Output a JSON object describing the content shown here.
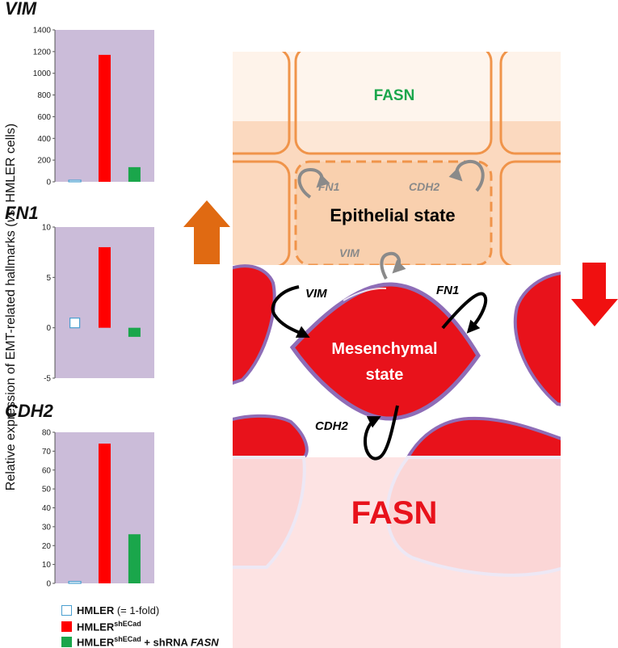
{
  "ylabel_prefix": "Relative expression of EMT-related  hallmarks (",
  "ylabel_italic": "vs.",
  "ylabel_suffix": " HMLER cells)",
  "colors": {
    "plot_bg": "#cbbcd9",
    "hmler_outline": "#4a9fd0",
    "hmler_fill": "#ffffff",
    "shecad": "#ff0000",
    "shrna": "#1aa64b",
    "epithelial_fill": "#fbd9bf",
    "epithelial_stroke": "#f0944a",
    "mesenchymal_fill": "#e8121b",
    "mesenchymal_stroke": "#8e6db7",
    "fasn_green": "#1aa64b",
    "fasn_red": "#e8121b",
    "arrow_up": "#e06a12",
    "arrow_down": "#f01010"
  },
  "chart_data": [
    {
      "type": "bar",
      "title": "VIM",
      "categories": [
        "HMLER",
        "HMLERshECad",
        "HMLERshECad + shRNA FASN"
      ],
      "values": [
        1,
        1170,
        135
      ],
      "ylim": [
        0,
        1400
      ],
      "yticks": [
        "0",
        "200",
        "400",
        "600",
        "800",
        "1000",
        "1200",
        "1400"
      ],
      "ytick_values": [
        0,
        200,
        400,
        600,
        800,
        1000,
        1200,
        1400
      ]
    },
    {
      "type": "bar",
      "title": "FN1",
      "categories": [
        "HMLER",
        "HMLERshECad",
        "HMLERshECad + shRNA FASN"
      ],
      "values": [
        0.5,
        8,
        -0.9
      ],
      "ylim": [
        -5,
        10
      ],
      "yticks": [
        "-5",
        "0",
        "5",
        "10"
      ],
      "ytick_values": [
        -5,
        0,
        5,
        10
      ]
    },
    {
      "type": "bar",
      "title": "CDH2",
      "categories": [
        "HMLER",
        "HMLERshECad",
        "HMLERshECad + shRNA FASN"
      ],
      "values": [
        1,
        74,
        26
      ],
      "ylim": [
        0,
        80
      ],
      "yticks": [
        "0",
        "10",
        "20",
        "30",
        "40",
        "50",
        "60",
        "70",
        "80"
      ],
      "ytick_values": [
        0,
        10,
        20,
        30,
        40,
        50,
        60,
        70,
        80
      ]
    }
  ],
  "legend": {
    "hmler_label": "HMLER",
    "hmler_note": "(= 1-fold)",
    "shecad_label": "HMLER",
    "shecad_sup": "shECad",
    "shrna_label": "HMLER",
    "shrna_sup": "shECad",
    "shrna_suffix": " + shRNA ",
    "shrna_gene": "FASN"
  },
  "diagram": {
    "fasn_top": "FASN",
    "epithelial_state": "Epithelial state",
    "epi_fn1": "FN1",
    "epi_cdh2": "CDH2",
    "epi_vim": "VIM",
    "mesenchymal_line1": "Mesenchymal",
    "mesenchymal_line2": "state",
    "mes_vim": "VIM",
    "mes_fn1": "FN1",
    "mes_cdh2": "CDH2",
    "fasn_bottom": "FASN"
  }
}
